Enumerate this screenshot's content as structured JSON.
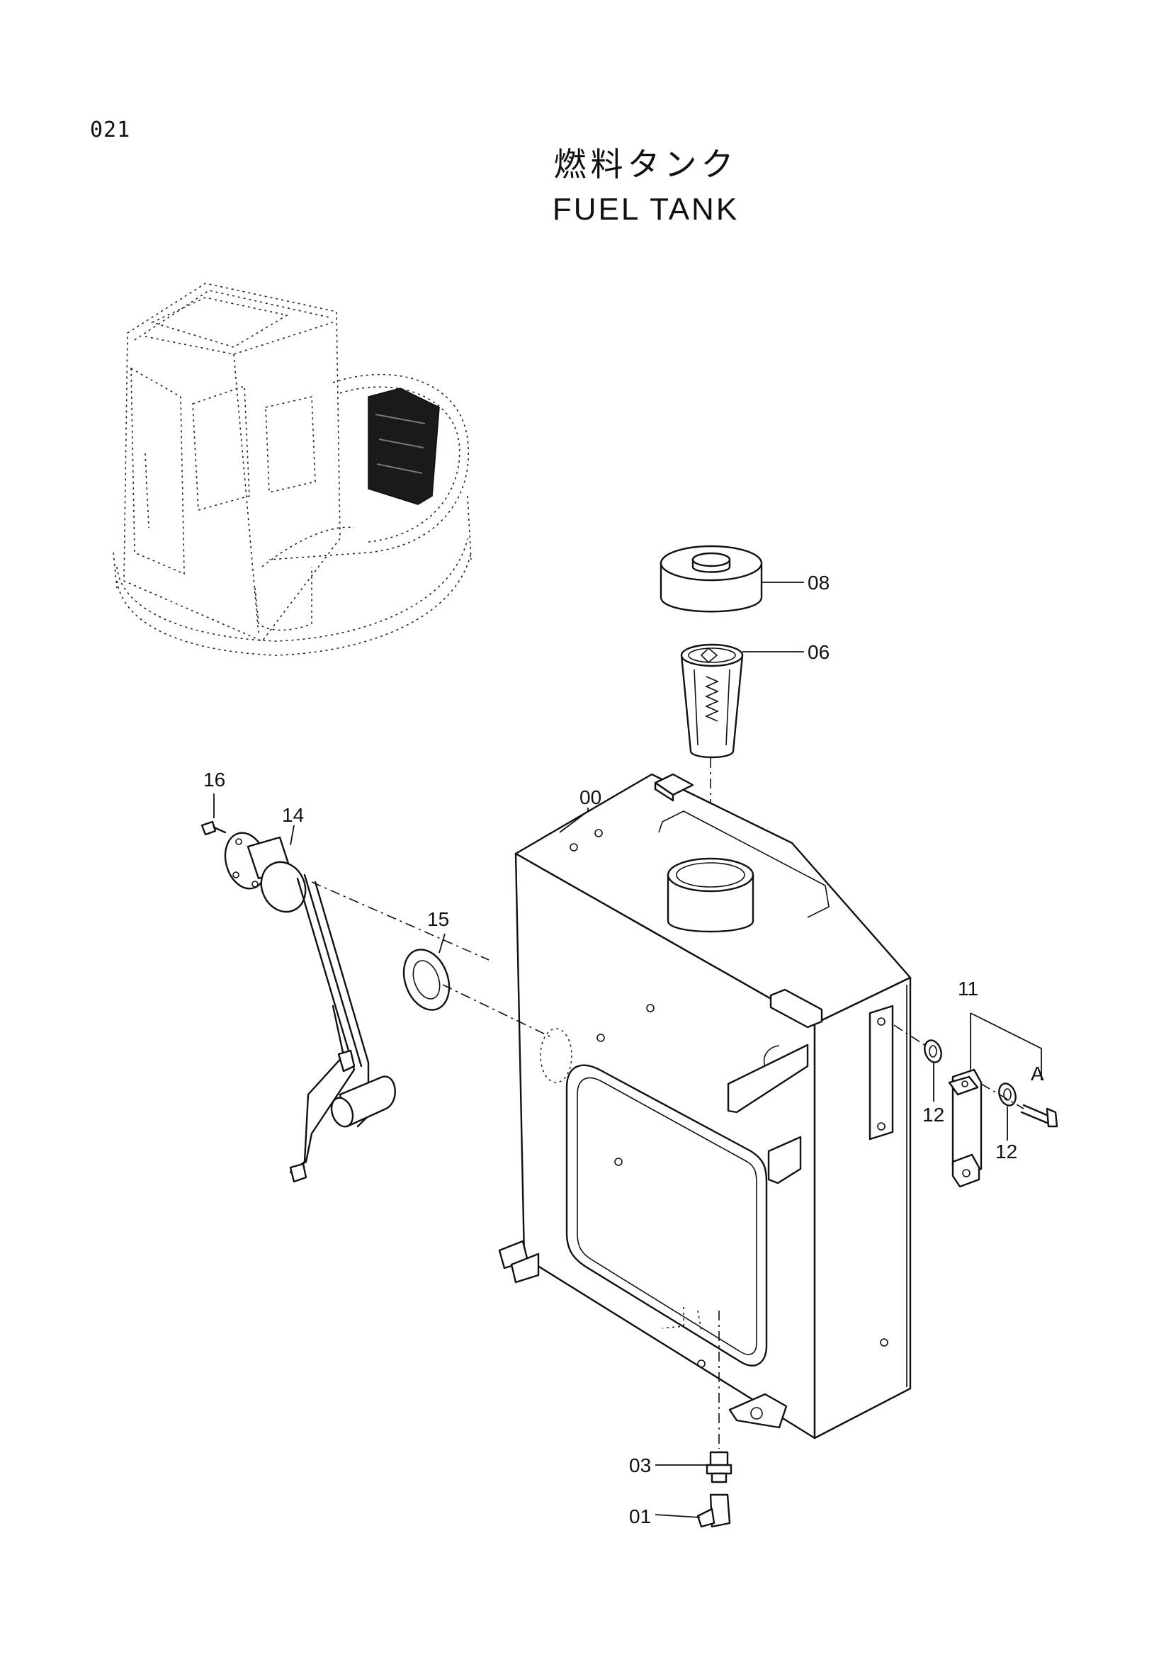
{
  "page": {
    "number": "021",
    "title_jp": "燃料タンク",
    "title_en": "FUEL  TANK"
  },
  "callouts": {
    "c00": "00",
    "c01": "01",
    "c03": "03",
    "c06": "06",
    "c08": "08",
    "c11": "11",
    "c12a": "12",
    "c12b": "12",
    "c14": "14",
    "c15": "15",
    "c16": "16",
    "cA": "A"
  }
}
